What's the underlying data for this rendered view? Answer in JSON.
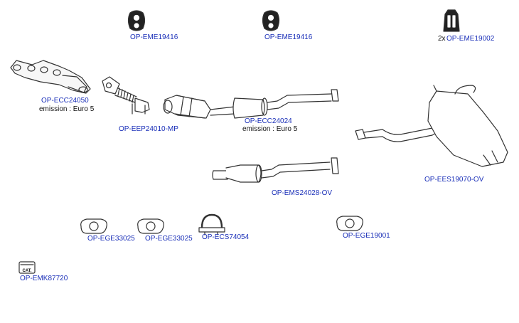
{
  "colors": {
    "link": "#1a2fb8",
    "text": "#111111",
    "line": "#333333",
    "background": "#ffffff"
  },
  "parts": [
    {
      "key": "hanger_1",
      "code": "OP-EME19416",
      "icon": "rubber-hanger-icon"
    },
    {
      "key": "hanger_2",
      "code": "OP-EME19416",
      "icon": "rubber-hanger-icon"
    },
    {
      "key": "hanger_3",
      "code": "OP-EME19002",
      "qty": "2x",
      "icon": "rubber-hanger-icon"
    },
    {
      "key": "manifold",
      "code": "OP-ECC24050",
      "note": "emission : Euro 5",
      "icon": "manifold-catalyst-icon"
    },
    {
      "key": "flex",
      "code": "OP-EEP24010-MP",
      "icon": "front-pipe-icon"
    },
    {
      "key": "catalyst",
      "code": "OP-ECC24024",
      "note": "emission : Euro 5",
      "icon": "catalytic-converter-icon"
    },
    {
      "key": "rear_muffler",
      "code": "OP-EES19070-OV",
      "icon": "rear-silencer-icon"
    },
    {
      "key": "middle",
      "code": "OP-EMS24028-OV",
      "icon": "middle-silencer-icon"
    },
    {
      "key": "gasket_1",
      "code": "OP-EGE33025",
      "icon": "gasket-icon"
    },
    {
      "key": "gasket_2",
      "code": "OP-EGE33025",
      "icon": "gasket-icon"
    },
    {
      "key": "clamp",
      "code": "OP-ECS74054",
      "icon": "clamp-icon"
    },
    {
      "key": "gasket_3",
      "code": "OP-EGE19001",
      "icon": "gasket-icon"
    },
    {
      "key": "kit",
      "code": "OP-EMK87720",
      "icon": "cat-kit-icon",
      "icon_text": "CAT."
    }
  ]
}
